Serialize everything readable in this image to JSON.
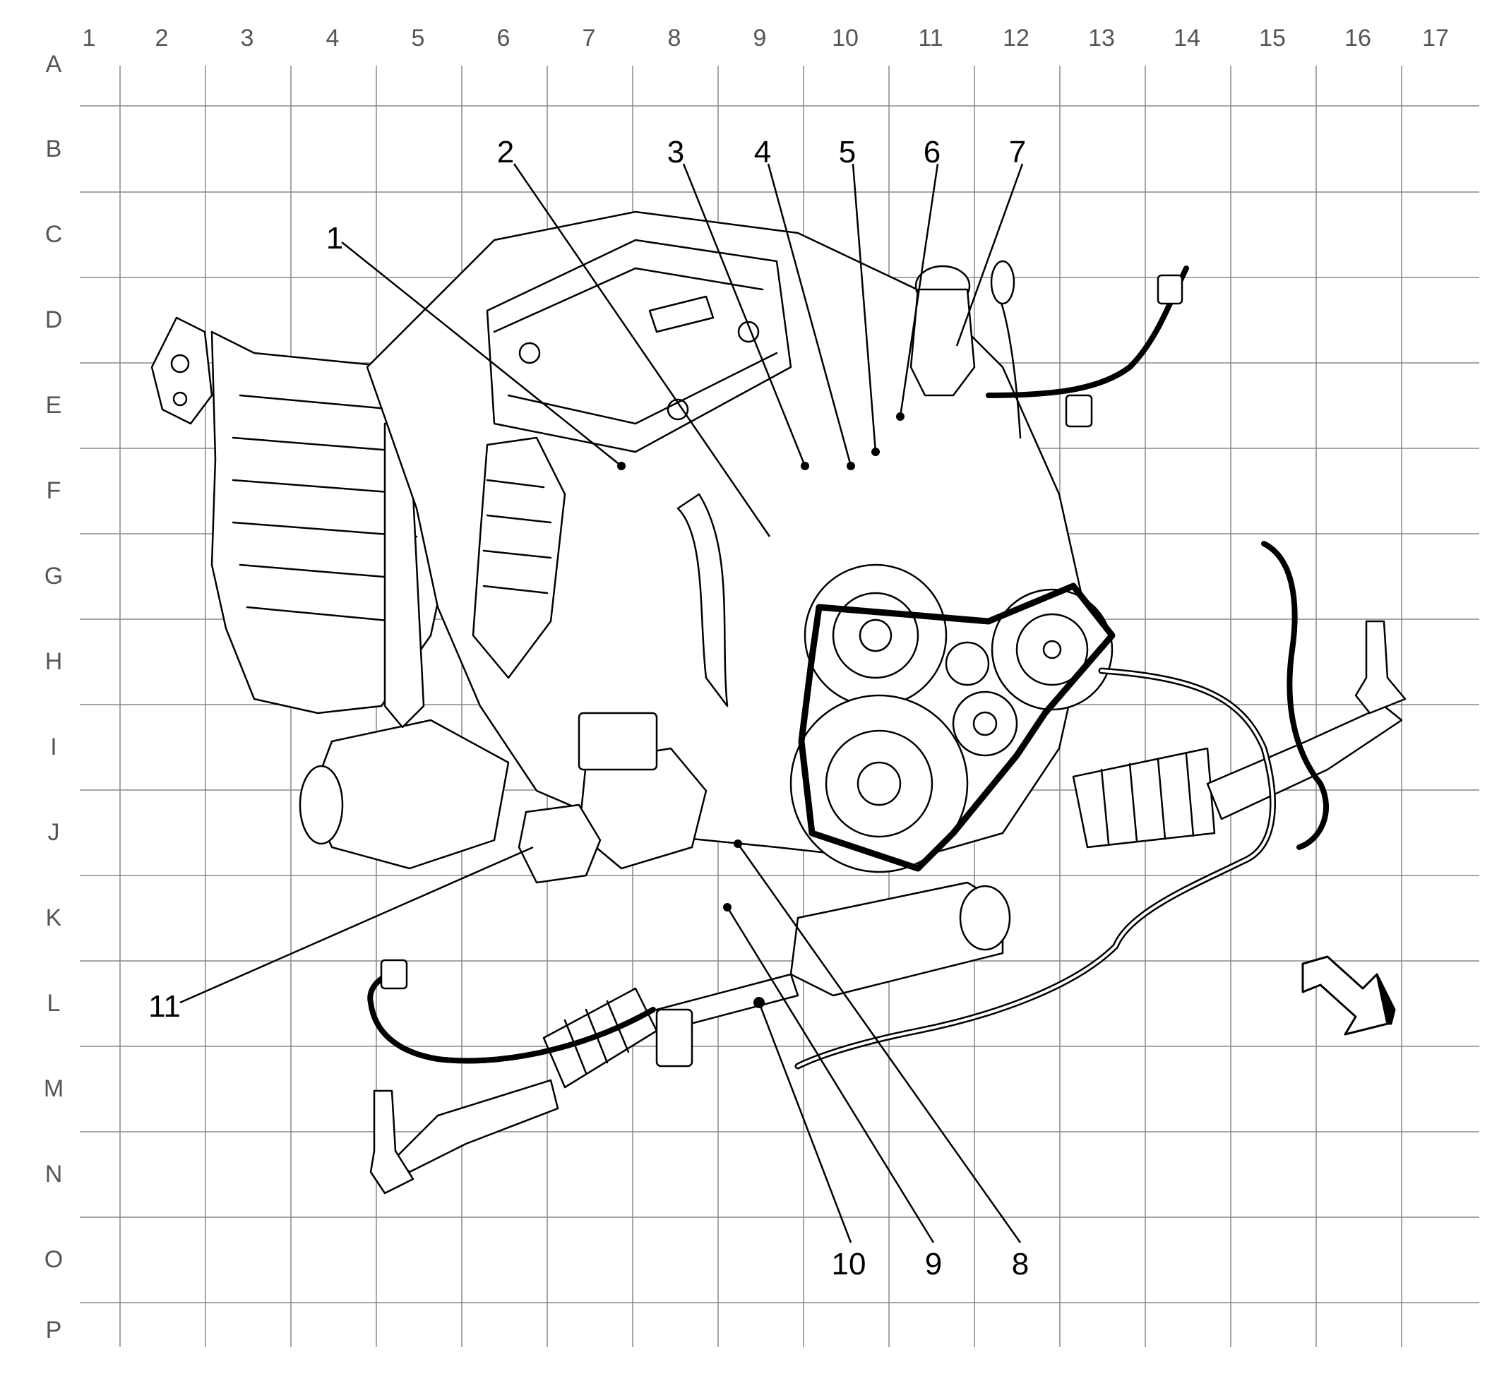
{
  "grid": {
    "columns": [
      "1",
      "2",
      "3",
      "4",
      "5",
      "6",
      "7",
      "8",
      "9",
      "10",
      "11",
      "12",
      "13",
      "14",
      "15",
      "16",
      "17"
    ],
    "rows": [
      "A",
      "B",
      "C",
      "D",
      "E",
      "F",
      "G",
      "H",
      "I",
      "J",
      "K",
      "L",
      "M",
      "N",
      "O",
      "P"
    ]
  },
  "callouts": {
    "c1": "1",
    "c2": "2",
    "c3": "3",
    "c4": "4",
    "c5": "5",
    "c6": "6",
    "c7": "7",
    "c8": "8",
    "c9": "9",
    "c10": "10",
    "c11": "11"
  },
  "colors": {
    "grid": "#888888",
    "line": "#000000",
    "background": "#ffffff"
  },
  "icons": {
    "orientation_arrow": "front-direction-arrow-icon"
  }
}
